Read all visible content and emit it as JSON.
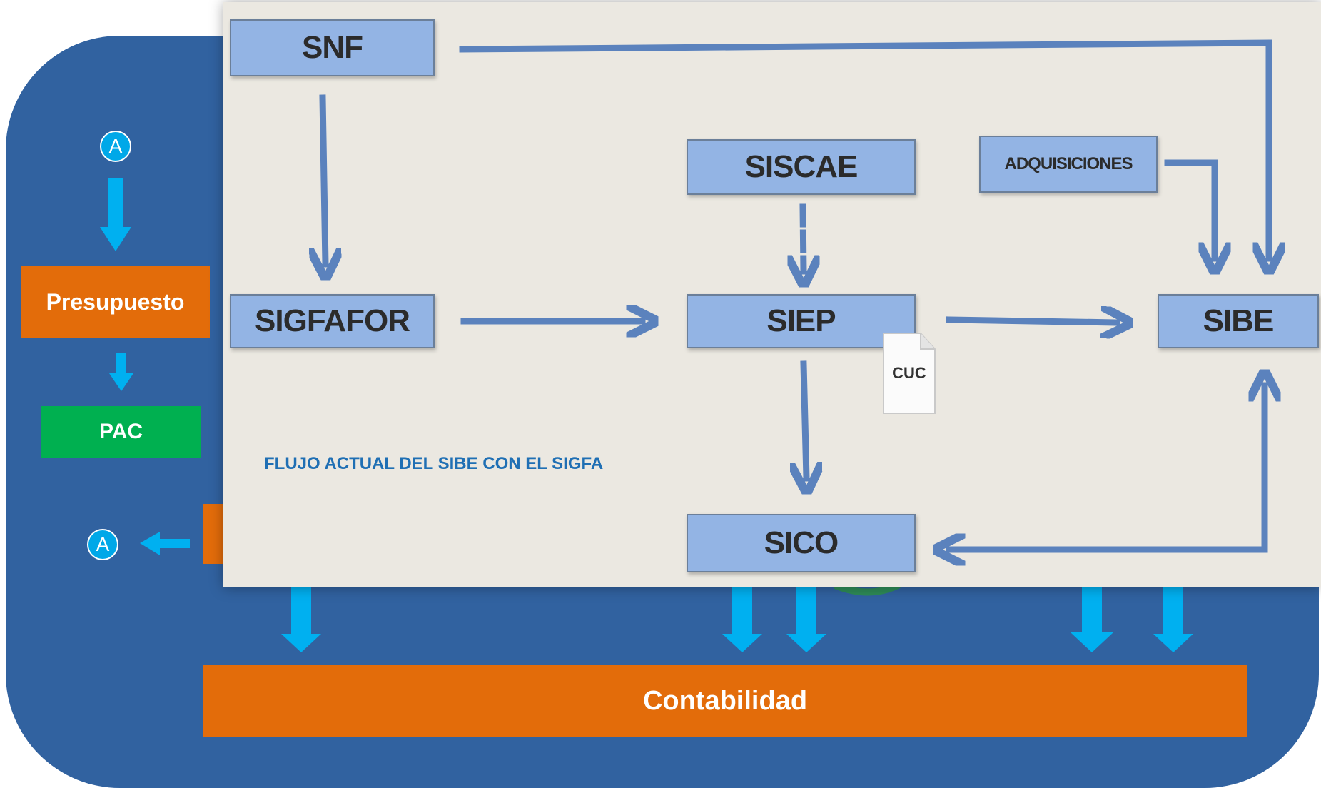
{
  "left_column": {
    "marker_top": "A",
    "budget_label": "Presupuesto",
    "pac_label": "PAC",
    "marker_bottom": "A"
  },
  "diagram": {
    "caption": "FLUJO ACTUAL DEL SIBE CON EL SIGFA",
    "nodes": {
      "snf": "SNF",
      "sigfafor": "SIGFAFOR",
      "siscae": "SISCAE",
      "adquisiciones": "ADQUISICIONES",
      "siep": "SIEP",
      "sibe": "SIBE",
      "sico": "SICO"
    },
    "document_label": "CUC"
  },
  "bottom": {
    "accounting_label": "Contabilidad"
  },
  "colors": {
    "background_panel": "#3162a0",
    "orange": "#e36c0a",
    "green": "#00b050",
    "cyan_arrow": "#00b0f0",
    "node_fill": "#93b4e4",
    "flow_arrow": "#5b82bd"
  }
}
